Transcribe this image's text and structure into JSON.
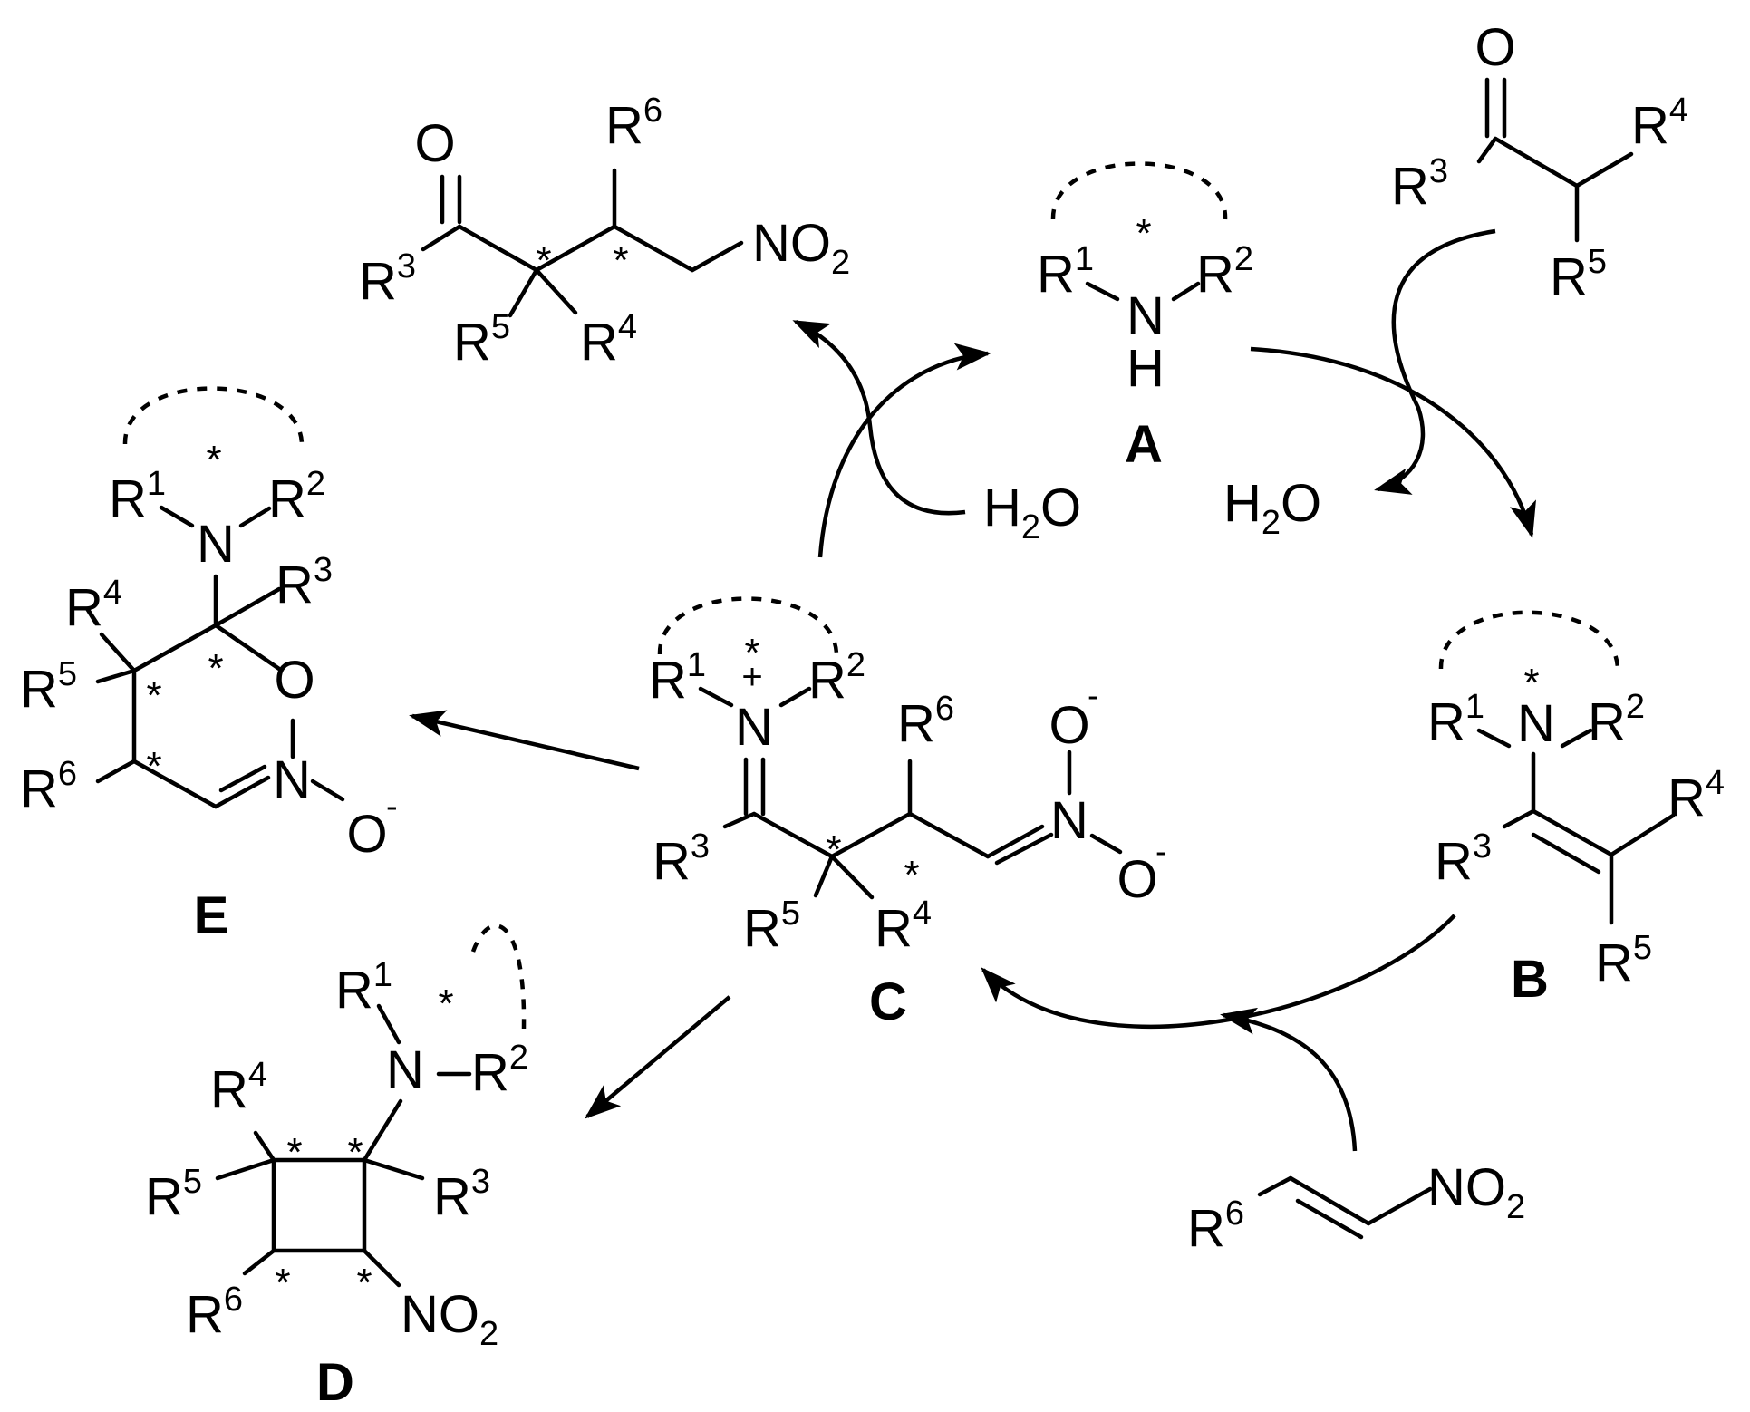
{
  "compounds": {
    "A": "A",
    "B": "B",
    "C": "C",
    "D": "D",
    "E": "E"
  },
  "atoms": {
    "R": "R",
    "N": "N",
    "H": "H",
    "O": "O",
    "NO": "NO"
  },
  "marks": {
    "stereo": "*",
    "plus": "+",
    "minus": "-",
    "sub2": "2"
  },
  "sup": {
    "1": "1",
    "2": "2",
    "3": "3",
    "4": "4",
    "5": "5",
    "6": "6"
  },
  "water": {
    "h": "H",
    "sub": "2",
    "o": "O"
  }
}
